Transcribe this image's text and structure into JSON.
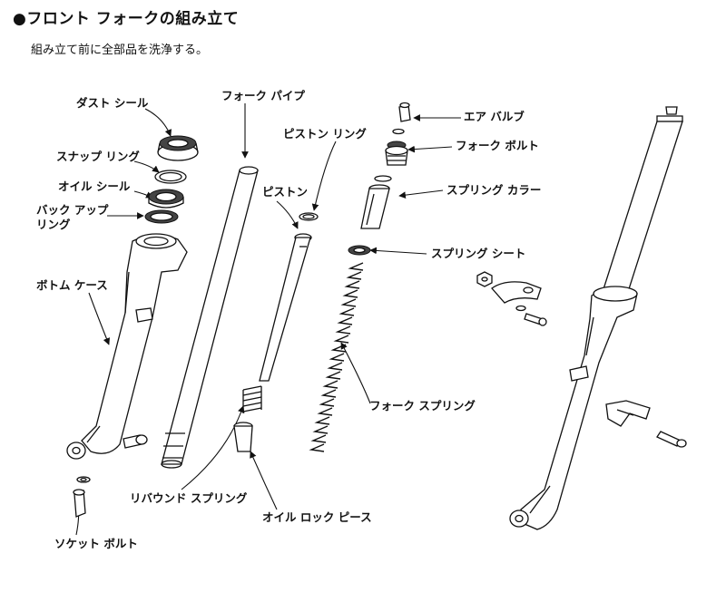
{
  "header": {
    "title": "●フロント フォークの組み立て",
    "subtitle": "組み立て前に全部品を洗浄する。"
  },
  "labels": {
    "dust_seal": "ダスト シール",
    "snap_ring": "スナップ リング",
    "oil_seal": "オイル シール",
    "backup_ring_1": "バック アップ",
    "backup_ring_2": "リング",
    "bottom_case": "ボトム ケース",
    "socket_bolt": "ソケット ボルト",
    "fork_pipe": "フォーク パイプ",
    "piston_ring": "ピストン リング",
    "piston": "ピストン",
    "rebound_spring": "リバウンド スプリング",
    "oil_lock_piece": "オイル ロック ピース",
    "air_valve": "エア バルブ",
    "fork_bolt": "フォーク ボルト",
    "spring_collar": "スプリング カラー",
    "spring_seat": "スプリング シート",
    "fork_spring": "フォーク スプリング"
  }
}
